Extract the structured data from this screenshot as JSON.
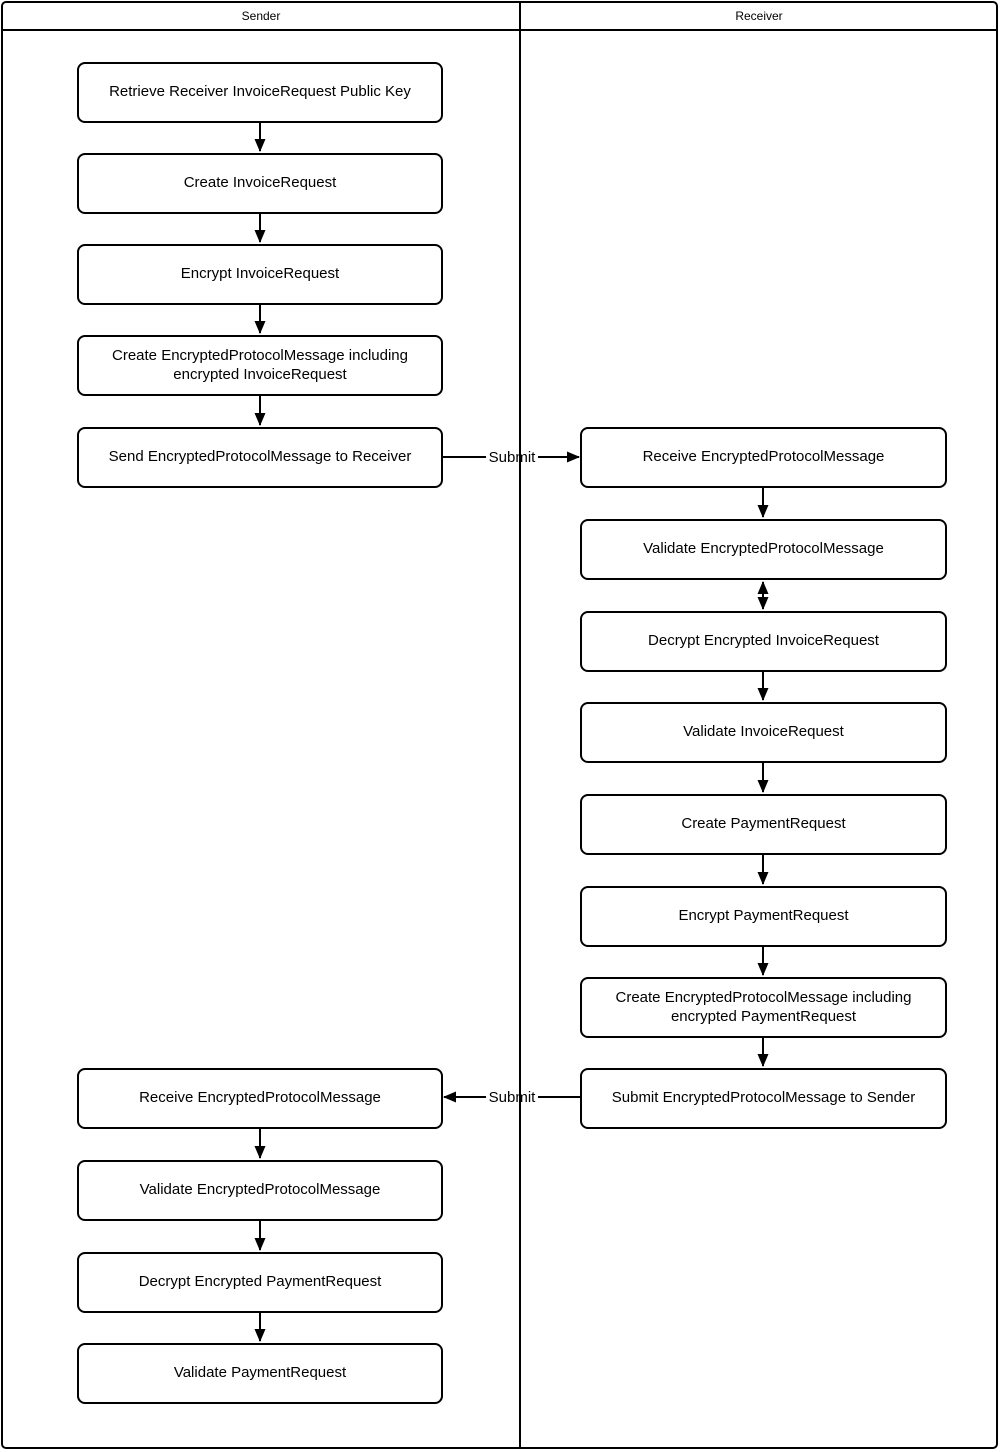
{
  "header": {
    "lanes": [
      {
        "id": "sender",
        "label": "Sender"
      },
      {
        "id": "receiver",
        "label": "Receiver"
      }
    ]
  },
  "nodes": [
    {
      "id": "s1",
      "lane": "sender",
      "label": "Retrieve Receiver InvoiceRequest Public Key"
    },
    {
      "id": "s2",
      "lane": "sender",
      "label": "Create InvoiceRequest"
    },
    {
      "id": "s3",
      "lane": "sender",
      "label": "Encrypt InvoiceRequest"
    },
    {
      "id": "s4",
      "lane": "sender",
      "label": "Create EncryptedProtocolMessage including encrypted InvoiceRequest"
    },
    {
      "id": "s5",
      "lane": "sender",
      "label": "Send EncryptedProtocolMessage to Receiver"
    },
    {
      "id": "s6",
      "lane": "sender",
      "label": "Receive EncryptedProtocolMessage"
    },
    {
      "id": "s7",
      "lane": "sender",
      "label": "Validate EncryptedProtocolMessage"
    },
    {
      "id": "s8",
      "lane": "sender",
      "label": "Decrypt Encrypted PaymentRequest"
    },
    {
      "id": "s9",
      "lane": "sender",
      "label": "Validate PaymentRequest"
    },
    {
      "id": "r1",
      "lane": "receiver",
      "label": "Receive EncryptedProtocolMessage"
    },
    {
      "id": "r2",
      "lane": "receiver",
      "label": "Validate EncryptedProtocolMessage"
    },
    {
      "id": "r3",
      "lane": "receiver",
      "label": "Decrypt Encrypted InvoiceRequest"
    },
    {
      "id": "r4",
      "lane": "receiver",
      "label": "Validate InvoiceRequest"
    },
    {
      "id": "r5",
      "lane": "receiver",
      "label": "Create PaymentRequest"
    },
    {
      "id": "r6",
      "lane": "receiver",
      "label": "Encrypt PaymentRequest"
    },
    {
      "id": "r7",
      "lane": "receiver",
      "label": "Create EncryptedProtocolMessage including encrypted PaymentRequest"
    },
    {
      "id": "r8",
      "lane": "receiver",
      "label": "Submit EncryptedProtocolMessage to Sender"
    }
  ],
  "connectors": [
    {
      "from": "s1",
      "to": "s2",
      "type": "arrow",
      "label": ""
    },
    {
      "from": "s2",
      "to": "s3",
      "type": "arrow",
      "label": ""
    },
    {
      "from": "s3",
      "to": "s4",
      "type": "arrow",
      "label": ""
    },
    {
      "from": "s4",
      "to": "s5",
      "type": "arrow",
      "label": ""
    },
    {
      "from": "s5",
      "to": "r1",
      "type": "arrow",
      "label": "Submit"
    },
    {
      "from": "r1",
      "to": "r2",
      "type": "arrow",
      "label": ""
    },
    {
      "from": "r2",
      "to": "r3",
      "type": "double-arrow",
      "label": ""
    },
    {
      "from": "r3",
      "to": "r4",
      "type": "arrow",
      "label": ""
    },
    {
      "from": "r4",
      "to": "r5",
      "type": "arrow",
      "label": ""
    },
    {
      "from": "r5",
      "to": "r6",
      "type": "arrow",
      "label": ""
    },
    {
      "from": "r6",
      "to": "r7",
      "type": "arrow",
      "label": ""
    },
    {
      "from": "r7",
      "to": "r8",
      "type": "arrow",
      "label": ""
    },
    {
      "from": "r8",
      "to": "s6",
      "type": "arrow",
      "label": "Submit"
    },
    {
      "from": "s6",
      "to": "s7",
      "type": "arrow",
      "label": ""
    },
    {
      "from": "s7",
      "to": "s8",
      "type": "arrow",
      "label": ""
    },
    {
      "from": "s8",
      "to": "s9",
      "type": "arrow",
      "label": ""
    }
  ],
  "colors": {
    "stroke": "#000000",
    "node_fill": "#ffffff",
    "text": "#000000",
    "background": "#ffffff"
  }
}
